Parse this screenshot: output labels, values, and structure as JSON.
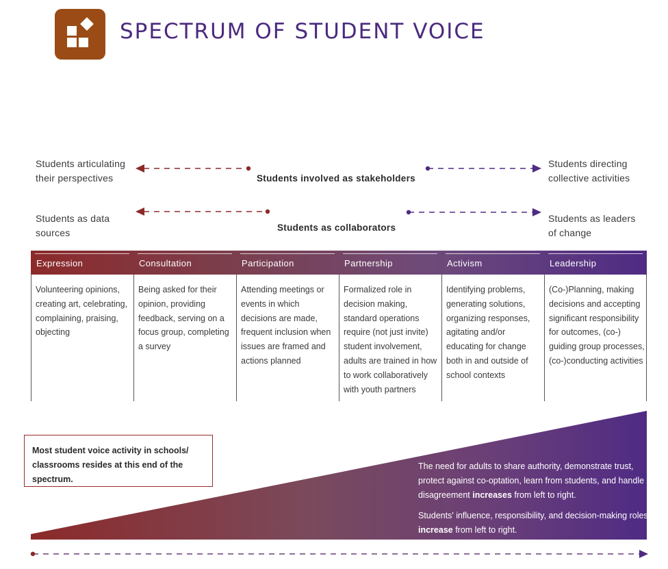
{
  "title": "SPECTRUM OF STUDENT VOICE",
  "logo": {
    "icon": "squares-diamond-icon",
    "color": "#9a4b16"
  },
  "labels": {
    "left_top": "Students articulating their perspectives",
    "right_top": "Students directing collective activities",
    "center_top": "Students involved as stakeholders",
    "left_bottom": "Students as data sources",
    "right_bottom": "Students as leaders of change",
    "center_bottom": "Students as collaborators"
  },
  "columns": [
    {
      "header": "Expression",
      "text": "Volunteering opinions, creating art, celebrating, complaining, praising, objecting"
    },
    {
      "header": "Consultation",
      "text": "Being asked for their opinion, providing feedback, serving on a focus group, completing a survey"
    },
    {
      "header": "Participation",
      "text": "Attending meetings or events in which decisions are made, frequent inclusion when issues are framed and actions planned"
    },
    {
      "header": "Partnership",
      "text": "Formalized role in decision making, standard operations require (not just invite) student involvement, adults are trained in how to work collaboratively with youth partners"
    },
    {
      "header": "Activism",
      "text": "Identifying problems, generating solutions, organizing responses, agitating and/or educating for change both in and outside of school contexts"
    },
    {
      "header": "Leadership",
      "text": "(Co-)Planning, making decisions and accepting significant responsibility for outcomes, (co-) guiding group processes, (co-)conducting activities"
    }
  ],
  "note": "Most student voice activity in schools/ classrooms resides at this end of the spectrum.",
  "wedge": {
    "para1_pre": "The need for adults to share authority, demonstrate trust, protect against co-optation, learn from students, and handle disagreement ",
    "para1_bold": "increases",
    "para1_post": " from left to right.",
    "para2_pre": "Students' influence, responsibility, and decision-making roles ",
    "para2_bold": "increase",
    "para2_post": " from left to right."
  },
  "colors": {
    "red": "#8c2a2a",
    "purple": "#4f2b84",
    "title": "#4a2a7e"
  }
}
